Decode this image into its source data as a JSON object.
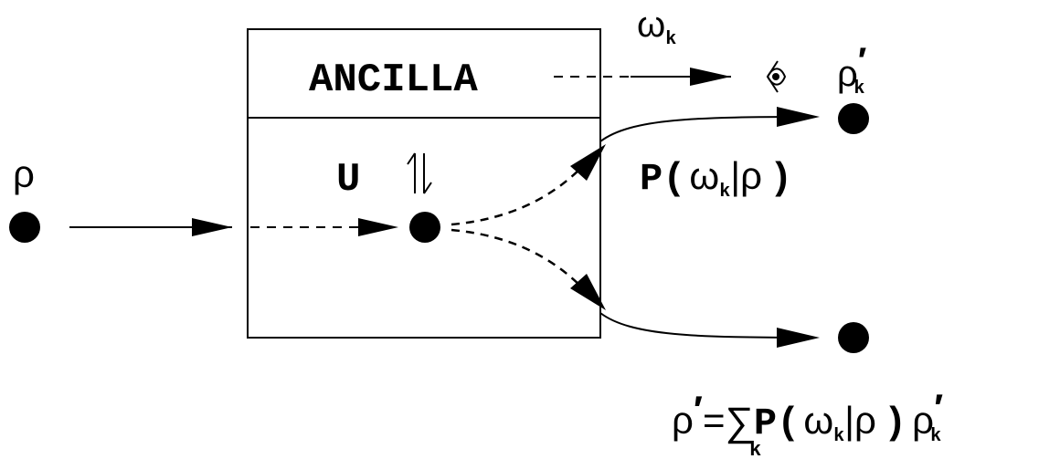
{
  "diagram": {
    "ancilla_label": "ANCILLA",
    "unitary_label": "U",
    "rho_label": "ρ",
    "omega": {
      "symbol": "ω",
      "subscript": "k"
    },
    "rho_k_prime": {
      "symbol": "ρ",
      "prime": "′",
      "subscript": "k"
    },
    "probability": {
      "p": "P(",
      "omega": "ω",
      "omega_sub": "k",
      "bar_rho": "|ρ",
      "close": ")"
    },
    "formula": {
      "lhs": "ρ",
      "lhs_prime": "′",
      "equals": "=",
      "sum": "∑",
      "sum_index": "k",
      "p": "P(",
      "omega": "ω",
      "omega_sub": "k",
      "bar_rho": "|ρ",
      "close": ")",
      "rho": "ρ",
      "rho_prime": "′",
      "rho_sub": "k"
    }
  }
}
